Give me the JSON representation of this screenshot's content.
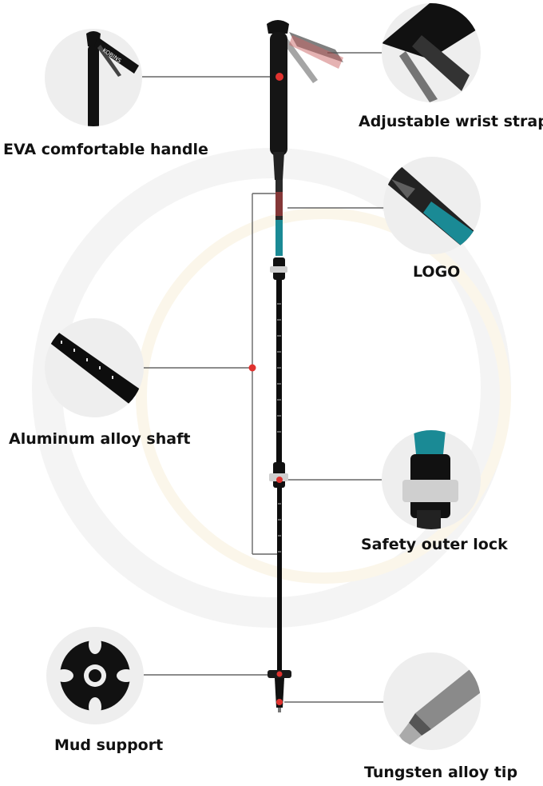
{
  "callouts": {
    "handle": "EVA comfortable handle",
    "wrist_strap": "Adjustable wrist strap",
    "logo": "LOGO",
    "shaft": "Aluminum alloy shaft",
    "lock": "Safety outer lock",
    "mud": "Mud support",
    "tip": "Tungsten alloy tip"
  },
  "handle_print": "KOBINS",
  "colors": {
    "accent_dot": "#e0322f",
    "pole": "#111111",
    "teal": "#1a8a95",
    "leader_line": "#555555"
  }
}
